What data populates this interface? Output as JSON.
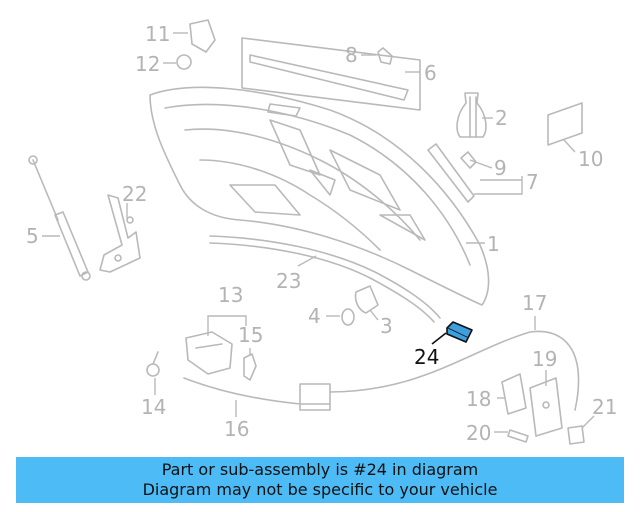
{
  "diagram": {
    "highlighted_part": "24",
    "callouts": [
      "1",
      "2",
      "3",
      "4",
      "5",
      "6",
      "7",
      "8",
      "9",
      "10",
      "11",
      "12",
      "13",
      "14",
      "15",
      "16",
      "17",
      "18",
      "19",
      "20",
      "21",
      "22",
      "23",
      "24"
    ]
  },
  "banner": {
    "line1": "Part or sub-assembly is #24 in diagram",
    "line2": "Diagram may not be specific to your vehicle"
  },
  "colors": {
    "banner_bg": "#4dbbf5",
    "highlight": "#3b9fe0",
    "line_art": "#b9b9b9"
  }
}
